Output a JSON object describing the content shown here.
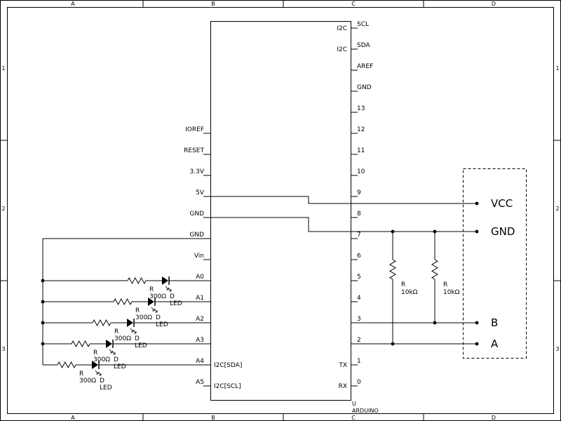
{
  "frame": {
    "columns": [
      "A",
      "B",
      "C",
      "D"
    ],
    "rows": [
      "1",
      "2",
      "3"
    ]
  },
  "arduino": {
    "ref": "U",
    "name": "ARDUINO",
    "right_pins": [
      {
        "pin": "SCL",
        "label": "I2C"
      },
      {
        "pin": "SDA",
        "label": "I2C"
      },
      {
        "pin": "AREF",
        "label": ""
      },
      {
        "pin": "GND",
        "label": ""
      },
      {
        "pin": "13",
        "label": ""
      },
      {
        "pin": "12",
        "label": ""
      },
      {
        "pin": "11",
        "label": ""
      },
      {
        "pin": "10",
        "label": ""
      },
      {
        "pin": "9",
        "label": ""
      },
      {
        "pin": "8",
        "label": ""
      },
      {
        "pin": "7",
        "label": ""
      },
      {
        "pin": "6",
        "label": ""
      },
      {
        "pin": "5",
        "label": ""
      },
      {
        "pin": "4",
        "label": ""
      },
      {
        "pin": "3",
        "label": ""
      },
      {
        "pin": "2",
        "label": ""
      },
      {
        "pin": "1",
        "label": "TX"
      },
      {
        "pin": "0",
        "label": "RX"
      }
    ],
    "left_pins": [
      {
        "pin": "IOREF",
        "label": ""
      },
      {
        "pin": "RESET",
        "label": ""
      },
      {
        "pin": "3.3V",
        "label": ""
      },
      {
        "pin": "5V",
        "label": ""
      },
      {
        "pin": "GND",
        "label": ""
      },
      {
        "pin": "GND",
        "label": ""
      },
      {
        "pin": "Vin",
        "label": ""
      },
      {
        "pin": "A0",
        "label": ""
      },
      {
        "pin": "A1",
        "label": ""
      },
      {
        "pin": "A2",
        "label": ""
      },
      {
        "pin": "A3",
        "label": ""
      },
      {
        "pin": "A4",
        "label": "I2C[SDA]"
      },
      {
        "pin": "A5",
        "label": "I2C[SCL]"
      }
    ]
  },
  "led_branches": [
    {
      "r_ref": "R",
      "r_value": "300Ω",
      "d_ref": "D",
      "d_type": "LED"
    },
    {
      "r_ref": "R",
      "r_value": "300Ω",
      "d_ref": "D",
      "d_type": "LED"
    },
    {
      "r_ref": "R",
      "r_value": "300Ω",
      "d_ref": "D",
      "d_type": "LED"
    },
    {
      "r_ref": "R",
      "r_value": "300Ω",
      "d_ref": "D",
      "d_type": "LED"
    },
    {
      "r_ref": "R",
      "r_value": "300Ω",
      "d_ref": "D",
      "d_type": "LED"
    }
  ],
  "pullups": [
    {
      "ref": "R",
      "value": "10kΩ"
    },
    {
      "ref": "R",
      "value": "10kΩ"
    }
  ],
  "connector_labels": [
    "VCC",
    "GND",
    "B",
    "A"
  ]
}
